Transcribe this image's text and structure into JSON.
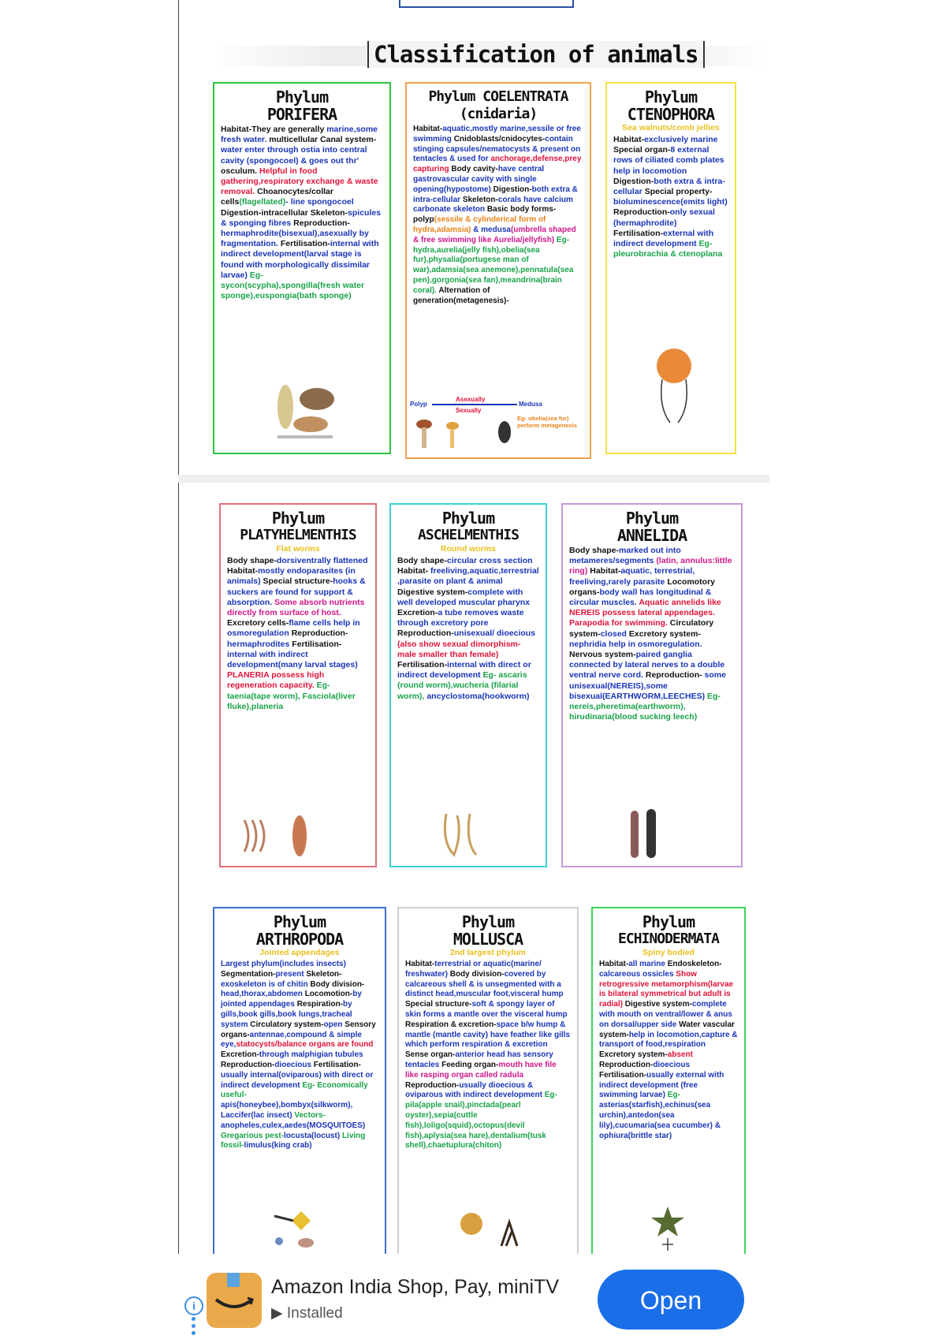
{
  "title": "Classification of animals",
  "cards": {
    "porifera": {
      "ph1": "Phylum",
      "ph2": "PORIFERA",
      "sub": "",
      "segments": [
        [
          "k",
          "Habitat-They are generally "
        ],
        [
          "b",
          "marine,some fresh water. "
        ],
        [
          "k",
          "multicellular "
        ],
        [
          "k",
          "Canal system-"
        ],
        [
          "b",
          "water enter through ostia into central cavity (spongocoel) & goes out thr' "
        ],
        [
          "k",
          "osculum. "
        ],
        [
          "r",
          "Helpful in food gathering,respiratory exchange & waste removal. "
        ],
        [
          "k",
          "Choanocytes/collar cells"
        ],
        [
          "g",
          "(flagellated)"
        ],
        [
          "b",
          "- line spongocoel "
        ],
        [
          "k",
          "Digestion-intracellular "
        ],
        [
          "k",
          "Skeleton-"
        ],
        [
          "b",
          "spicules & sponging fibres "
        ],
        [
          "k",
          "Reproduction- "
        ],
        [
          "b",
          "hermaphrodite(bisexual),asexually by fragmentation. "
        ],
        [
          "k",
          "Fertilisation-"
        ],
        [
          "b",
          "internal with indirect development(larval stage is found with morphologically dissimilar larvae) "
        ],
        [
          "g",
          "Eg- sycon(scypha),spongilla(fresh water sponge),euspongia(bath sponge)"
        ]
      ]
    },
    "coelentrata": {
      "ph1": "Phylum COELENTRATA",
      "ph2": "(cnidaria)",
      "sub": "",
      "segments": [
        [
          "k",
          "Habitat-"
        ],
        [
          "b",
          "aquatic,mostly marine,sessile or free swimming "
        ],
        [
          "k",
          "Cnidoblasts/cnidocytes-"
        ],
        [
          "b",
          "contain stinging capsules/nematocysts & present on tentacles & used for "
        ],
        [
          "r",
          "anchorage,defense,prey capturing "
        ],
        [
          "k",
          "Body cavity-"
        ],
        [
          "b",
          "have central gastrovascular cavity with single opening(hypostome) "
        ],
        [
          "k",
          "Digestion-"
        ],
        [
          "b",
          "both extra & intra-cellular "
        ],
        [
          "k",
          "Skeleton-"
        ],
        [
          "b",
          "corals have calcium carbonate skeleton "
        ],
        [
          "k",
          "Basic body forms-polyp"
        ],
        [
          "o",
          "(sessile & cylinderical form of hydra,adamsia) "
        ],
        [
          "b",
          "& medusa"
        ],
        [
          "m",
          "(umbrella shaped & free swimming like Aurelia/jellyfish) "
        ],
        [
          "g",
          "Eg-hydra,aurelia(jelly fish),obelia(sea fur),physalia(portugese man of war),adamsia(sea anemone),pennatula(sea pen),gorgonia(sea fan),meandrina(brain coral). "
        ],
        [
          "k",
          "Alternation of generation(metagenesis)-"
        ]
      ]
    },
    "ctenophora": {
      "ph1": "Phylum",
      "ph2": "CTENOPHORA",
      "sub": "Sea walnuts/comb jellies",
      "segments": [
        [
          "k",
          "Habitat-"
        ],
        [
          "b",
          "exclusively marine "
        ],
        [
          "k",
          "Special organ-"
        ],
        [
          "b",
          "8 external rows of ciliated comb plates help in locomotion "
        ],
        [
          "k",
          "Digestion-"
        ],
        [
          "b",
          "both extra & intra-cellular "
        ],
        [
          "k",
          "Special property-"
        ],
        [
          "b",
          "bioluminescence(emits light) "
        ],
        [
          "k",
          "Reproduction-"
        ],
        [
          "b",
          "only sexual (hermaphrodite) "
        ],
        [
          "k",
          "Fertilisation-"
        ],
        [
          "b",
          "external with indirect development "
        ],
        [
          "g",
          "Eg- pleurobrachia & ctenoplana"
        ]
      ]
    },
    "platyhelminthes": {
      "ph1": "Phylum",
      "ph2": "PLATYHELMENTHIS",
      "sub": "Flat worms",
      "segments": [
        [
          "k",
          "Body shape-"
        ],
        [
          "b",
          "dorsiventrally flattened "
        ],
        [
          "k",
          "Habitat-"
        ],
        [
          "b",
          "mostly endoparasites (in animals) "
        ],
        [
          "k",
          "Special structure-"
        ],
        [
          "b",
          "hooks & suckers are found for support & absorption. "
        ],
        [
          "m",
          "Some absorb nutrients directly from surface of host. "
        ],
        [
          "k",
          "Excretory cells-"
        ],
        [
          "b",
          "flame cells help in osmoregulation "
        ],
        [
          "k",
          "Reproduction- "
        ],
        [
          "b",
          "hermaphrodites "
        ],
        [
          "k",
          "Fertilisation-"
        ],
        [
          "b",
          "internal with indirect development(many larval stages) "
        ],
        [
          "r",
          "PLANERIA possess high regeneration capacity. "
        ],
        [
          "g",
          "Eg- taenia(tape worm), Fasciola(liver fluke),planeria"
        ]
      ]
    },
    "aschelminthes": {
      "ph1": "Phylum",
      "ph2": "ASCHELMENTHIS",
      "sub": "Round worms",
      "segments": [
        [
          "k",
          "Body shape-"
        ],
        [
          "b",
          "circular cross section "
        ],
        [
          "k",
          "Habitat- "
        ],
        [
          "b",
          "freeliving,aquatic,terrestrial ,parasite on plant & animal "
        ],
        [
          "k",
          "Digestive system-"
        ],
        [
          "b",
          "complete with well developed muscular pharynx "
        ],
        [
          "k",
          "Excretion-"
        ],
        [
          "b",
          "a tube removes waste through excretory pore "
        ],
        [
          "k",
          "Reproduction-"
        ],
        [
          "b",
          "unisexual/ dioecious "
        ],
        [
          "r",
          "(also show sexual dimorphism- male smaller than female) "
        ],
        [
          "k",
          "Fertilisation-"
        ],
        [
          "b",
          "internal with direct or indirect development "
        ],
        [
          "g",
          "Eg- ascaris (round worm),wucheria (filarial worm), "
        ],
        [
          "b",
          "ancyclostoma(hookworm)"
        ]
      ]
    },
    "annelida": {
      "ph1": "Phylum",
      "ph2": "ANNELIDA",
      "sub": "",
      "segments": [
        [
          "k",
          "Body shape-"
        ],
        [
          "b",
          "marked out into metameres/segments "
        ],
        [
          "m",
          "(latin, annulus:little ring) "
        ],
        [
          "k",
          "Habitat-"
        ],
        [
          "b",
          "aquatic, terrestrial, freeliving,rarely parasite "
        ],
        [
          "k",
          "Locomotory organs-"
        ],
        [
          "b",
          "body wall has longitudinal & circular muscles. "
        ],
        [
          "r",
          "Aquatic annelids like NEREIS possess lateral appendages. Parapodia for swimming. "
        ],
        [
          "k",
          "Circulatory system-"
        ],
        [
          "b",
          "closed "
        ],
        [
          "k",
          "Excretory system-"
        ],
        [
          "b",
          "nephridia help in osmoregulation. "
        ],
        [
          "k",
          "Nervous system-"
        ],
        [
          "b",
          "paired ganglia connected by lateral nerves to a double ventral nerve cord. "
        ],
        [
          "k",
          "Reproduction- "
        ],
        [
          "b",
          "some unisexual(NEREIS),some bisexual(EARTHWORM,LEECHES) "
        ],
        [
          "g",
          "Eg- nereis,pheretima(earthworm), hirudinaria(blood sucking leech)"
        ]
      ]
    },
    "arthropoda": {
      "ph1": "Phylum",
      "ph2": "ARTHROPODA",
      "sub": "Jointed appendages",
      "segments": [
        [
          "b",
          "Largest phylum(includes insects) "
        ],
        [
          "k",
          "Segmentation-"
        ],
        [
          "b",
          "present "
        ],
        [
          "k",
          "Skeleton-"
        ],
        [
          "b",
          "exoskeleton is of chitin "
        ],
        [
          "k",
          "Body division-"
        ],
        [
          "b",
          "head,thorax,abdomen "
        ],
        [
          "k",
          "Locomotion-"
        ],
        [
          "b",
          "by jointed appendages "
        ],
        [
          "k",
          "Respiration-"
        ],
        [
          "b",
          "by gills,book gills,book lungs,tracheal system "
        ],
        [
          "k",
          "Circulatory system-"
        ],
        [
          "b",
          "open "
        ],
        [
          "k",
          "Sensory organs-"
        ],
        [
          "b",
          "antennae,compound & simple eye,"
        ],
        [
          "r",
          "statocysts/balance organs are found "
        ],
        [
          "k",
          "Excretion-"
        ],
        [
          "b",
          "through malphigian tubules "
        ],
        [
          "k",
          "Reproduction-"
        ],
        [
          "b",
          "dioecious "
        ],
        [
          "k",
          "Fertilisation-"
        ],
        [
          "b",
          "usually internal(oviparous) with direct or indirect development "
        ],
        [
          "g",
          "Eg- Economically useful- "
        ],
        [
          "b",
          "apis(honeybee),bombyx(silkworm), Laccifer(lac insect) "
        ],
        [
          "g",
          "Vectors- "
        ],
        [
          "b",
          "anopheles,culex,aedes(MOSQUITOES) "
        ],
        [
          "g",
          "Gregarious pest-"
        ],
        [
          "b",
          "locusta(locust) "
        ],
        [
          "g",
          "Living fossil-"
        ],
        [
          "b",
          "limulus(king crab)"
        ]
      ]
    },
    "mollusca": {
      "ph1": "Phylum",
      "ph2": "MOLLUSCA",
      "sub": "2nd largest phylum",
      "segments": [
        [
          "k",
          "Habitat-"
        ],
        [
          "b",
          "terrestrial or aquatic(marine/ freshwater) "
        ],
        [
          "k",
          "Body division-"
        ],
        [
          "b",
          "covered by calcareous shell & is unsegmented with a distinct head,muscular foot,visceral hump "
        ],
        [
          "k",
          "Special structure-"
        ],
        [
          "b",
          "soft & spongy layer of skin forms a mantle over the visceral hump "
        ],
        [
          "k",
          "Respiration & excretion-"
        ],
        [
          "b",
          "space b/w hump & mantle (mantle cavity) have feather like gills which perform respiration & excretion "
        ],
        [
          "k",
          "Sense organ-"
        ],
        [
          "b",
          "anterior head has sensory tentacles "
        ],
        [
          "k",
          "Feeding organ-"
        ],
        [
          "m",
          "mouth have file like rasping organ called radula "
        ],
        [
          "k",
          "Reproduction-"
        ],
        [
          "b",
          "usually dioecious & oviparous with indirect development "
        ],
        [
          "g",
          "Eg-pila(apple snail),pinctada(pearl oyster),sepia(cuttle fish),loligo(squid),octopus(devil fish),aplysia(sea hare),dentalium(tusk shell),chaetuplura(chiton)"
        ]
      ]
    },
    "echinodermata": {
      "ph1": "Phylum",
      "ph2": "ECHINODERMATA",
      "sub": "Spiny bodied",
      "segments": [
        [
          "k",
          "Habitat-"
        ],
        [
          "b",
          "all marine "
        ],
        [
          "k",
          "Endoskeleton-"
        ],
        [
          "b",
          "calcareous ossicles "
        ],
        [
          "r",
          "Show retrogressive metamorphism(larvae is bilateral symmetrical but adult is radial) "
        ],
        [
          "k",
          "Digestive system-"
        ],
        [
          "b",
          "complete with mouth on ventral/lower & anus on dorsal/upper side "
        ],
        [
          "k",
          "Water vascular system-"
        ],
        [
          "b",
          "help in locomotion,capture & transport of food,respiration "
        ],
        [
          "k",
          "Excretory system-"
        ],
        [
          "r",
          "absent "
        ],
        [
          "k",
          "Reproduction-"
        ],
        [
          "b",
          "dioecious "
        ],
        [
          "k",
          "Fertilisation-"
        ],
        [
          "b",
          "usually external with indirect development (free swimming larvae) "
        ],
        [
          "g",
          "Eg- "
        ],
        [
          "b",
          "asterias(starfish),echinus(sea urchin),antedon(sea lily),cucumaria(sea cucumber) & ophiura(brittle star)"
        ]
      ]
    }
  },
  "coel_cycle": {
    "polyp": "Polyp",
    "medusa": "Medusa",
    "asexually": "Asexually",
    "sexually": "Sexually",
    "note": "Eg- obelia(sea fur) perform metagenesis"
  },
  "colors": {
    "green": "#2ec43e",
    "orange": "#f0a050",
    "yellow": "#f2e24a",
    "red": "#e0707a",
    "cyan": "#40d0d8",
    "purple": "#c89ad8",
    "blue": "#3a6ed0",
    "lightgray": "#cfcfcf",
    "lime": "#3ed45a"
  },
  "ad": {
    "name": "Amazon India Shop, Pay, miniTV",
    "status": "Installed",
    "button": "Open",
    "icons": [
      "info-icon",
      "play-store-icon",
      "amazon-logo-icon"
    ]
  }
}
